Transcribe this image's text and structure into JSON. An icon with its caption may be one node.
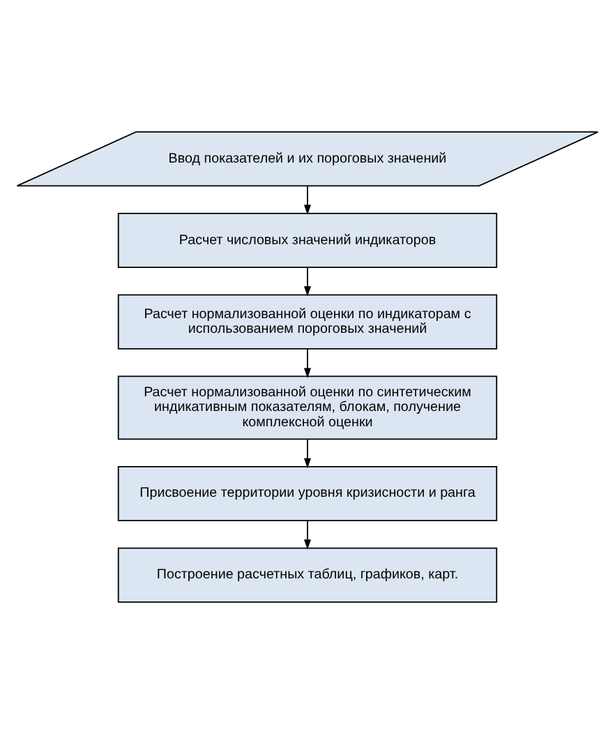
{
  "diagram": {
    "nodes": [
      {
        "text": [
          "Ввод показателей и их пороговых значений"
        ]
      },
      {
        "text": [
          "Расчет числовых значений индикаторов"
        ]
      },
      {
        "text": [
          "Расчет нормализованной оценки по индикаторам с использованием пороговых значений"
        ]
      },
      {
        "text": [
          "Расчет нормализованной оценки по синтетическим индикативным показателям, блокам, получение комплексной оценки"
        ]
      },
      {
        "text": [
          "Присвоение территории уровня кризисности и ранга"
        ]
      },
      {
        "text": [
          "Построение расчетных таблиц, графиков, карт."
        ]
      }
    ],
    "edges": [
      {
        "from": 0,
        "to": 1,
        "arrow": "to"
      },
      {
        "from": 1,
        "to": 2,
        "arrow": "to"
      },
      {
        "from": 2,
        "to": 3,
        "arrow": "to"
      },
      {
        "from": 3,
        "to": 4,
        "arrow": "to"
      },
      {
        "from": 4,
        "to": 5,
        "arrow": "to"
      }
    ]
  }
}
